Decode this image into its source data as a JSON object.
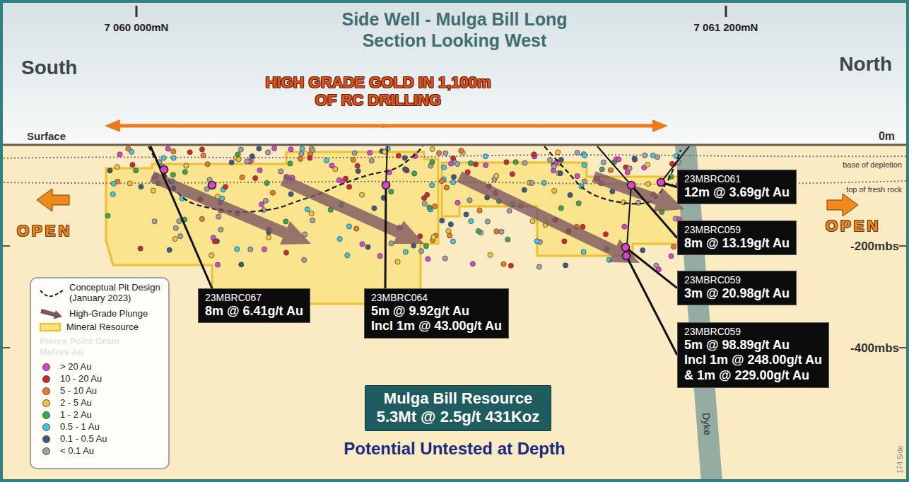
{
  "diagram": {
    "title": "Side Well - Mulga Bill Long Section Looking West",
    "nodes": [
      {
        "text": [
          "23MBRC067",
          "8m @ 6.41g/t Au"
        ]
      },
      {
        "text": [
          "23MBRC064",
          "5m @ 9.92g/t Au",
          "Incl 1m @ 43.00g/t Au"
        ]
      },
      {
        "text": [
          "23MBRC061",
          "12m @ 3.69g/t Au"
        ]
      },
      {
        "text": [
          "23MBRC059",
          "8m @ 13.19g/t Au"
        ]
      },
      {
        "text": [
          "23MBRC059",
          "3m @ 20.98g/t Au"
        ]
      },
      {
        "text": [
          "23MBRC059",
          "5m @ 98.89g/t Au",
          "Incl 1m @ 248.00g/t Au",
          "& 1m @ 229.00g/t Au"
        ]
      },
      {
        "text": [
          "Mulga Bill Resource",
          "5.3Mt @ 2.5g/t 431Koz"
        ]
      }
    ],
    "labels": [
      "7 060 000mN",
      "7 061 200mN",
      "South",
      "North",
      "HIGH GRADE GOLD IN 1,100m OF RC DRILLING",
      "Surface",
      "0m",
      "base of depletion",
      "top of fresh rock",
      "OPEN",
      "OPEN",
      "-200mbs",
      "-400mbs",
      "Potential Untested at Depth",
      "Dyke",
      "174 Side",
      "Pierce Point Gram Metres Au"
    ],
    "legend": [
      {
        "text": "Conceptual Pit Design (January 2023)"
      },
      {
        "text": "High-Grade Plunge"
      },
      {
        "text": "Mineral Resource",
        "color": "#fbe27c"
      },
      {
        "text": "> 20 Au",
        "color": "#e040d0"
      },
      {
        "text": "10 - 20 Au",
        "color": "#d8232a"
      },
      {
        "text": "5 - 10 Au",
        "color": "#f07a20"
      },
      {
        "text": "2 - 5 Au",
        "color": "#f4c430"
      },
      {
        "text": "1 - 2 Au",
        "color": "#3aa84a"
      },
      {
        "text": "0.5 - 1 Au",
        "color": "#40c8e0"
      },
      {
        "text": "0.1 - 0.5 Au",
        "color": "#3a5a80"
      },
      {
        "text": "< 0.1 Au",
        "color": "#a0a0a0"
      }
    ]
  }
}
